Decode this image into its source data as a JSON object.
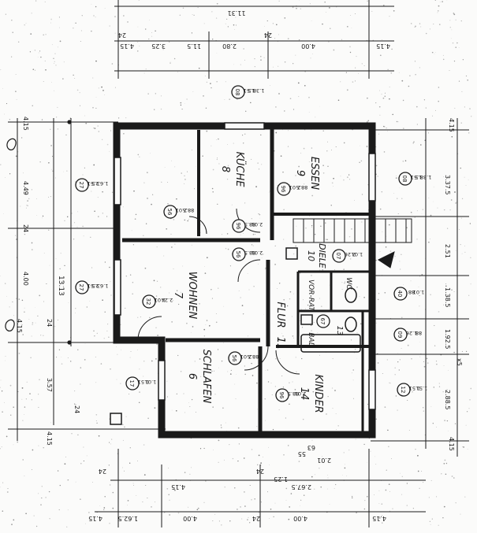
{
  "colors": {
    "ink": "#1a1a1a",
    "paper": "#fbfbfa",
    "speckle": "#555555"
  },
  "rooms": [
    {
      "key": "kueche",
      "name": "KÜCHE",
      "number": "8"
    },
    {
      "key": "essen",
      "name": "ESSEN",
      "number": "9"
    },
    {
      "key": "diele",
      "name": "DIELE",
      "number": "10"
    },
    {
      "key": "wohnen",
      "name": "WOHNEN",
      "number": "7"
    },
    {
      "key": "flur",
      "name": "FLUR",
      "number": "11"
    },
    {
      "key": "schlafen",
      "name": "SCHLAFEN",
      "number": "6"
    },
    {
      "key": "kinder",
      "name": "KINDER",
      "number": "14"
    },
    {
      "key": "bad",
      "name": "BAD",
      "number": "13"
    },
    {
      "key": "vorrat",
      "name": "VOR-RAT",
      "number": ""
    },
    {
      "key": "wc",
      "name": "WC",
      "number": ""
    }
  ],
  "dims": {
    "top_total": "11.31",
    "top_row": [
      "4.15",
      "3.25",
      "2.80",
      "24",
      "4.00",
      "4.15"
    ],
    "top_small": [
      "11.5",
      "24"
    ],
    "left_total": "13.13",
    "left": [
      "4.15",
      "4.49",
      "24",
      "4.00",
      "24",
      "4.15",
      "3.57",
      "24",
      "4.15"
    ],
    "right": [
      "4.15",
      "3.37.5",
      "2.51",
      "1.38.5",
      "1.92.5",
      "x5",
      "2.88.5",
      "4.15"
    ],
    "bottom_row": [
      "4.15",
      "1.62.5",
      "4.00",
      "24",
      "4.00",
      "4.15"
    ],
    "bottom_small": [
      "24",
      "4.15",
      "2.67.5",
      "1.25",
      "2.01",
      "55",
      "63",
      "24"
    ]
  },
  "openings": [
    {
      "num": "08",
      "a": "1.51",
      "b": "1.38.5"
    },
    {
      "num": "27",
      "a": "2.51",
      "b": "1.63.5"
    },
    {
      "num": "56",
      "a": "2.01",
      "b": "88.5"
    },
    {
      "num": "96",
      "a": "88.5",
      "b": "2.01"
    },
    {
      "num": "56",
      "a": "88.5",
      "b": "2.01"
    },
    {
      "num": "08",
      "a": "1.51",
      "b": "1.38.5"
    },
    {
      "num": "96",
      "a": "2.01",
      "b": "88.5"
    },
    {
      "num": "27",
      "a": "2.51",
      "b": "1.63.5"
    },
    {
      "num": "32",
      "a": "1.01",
      "b": "2.24"
    },
    {
      "num": "07",
      "a": "2.26",
      "b": "1.01"
    },
    {
      "num": "40",
      "a": "88",
      "b": "1.01"
    },
    {
      "num": "56",
      "a": "2.01",
      "b": "88.5"
    },
    {
      "num": "17",
      "a": "1.51",
      "b": "1.01"
    },
    {
      "num": "09",
      "a": "1.26",
      "b": "88"
    },
    {
      "num": "96",
      "a": "88.5",
      "b": "2.01"
    },
    {
      "num": "12",
      "a": "1.51",
      "b": "1.51"
    },
    {
      "num": "67",
      "a": "",
      "b": ""
    }
  ]
}
